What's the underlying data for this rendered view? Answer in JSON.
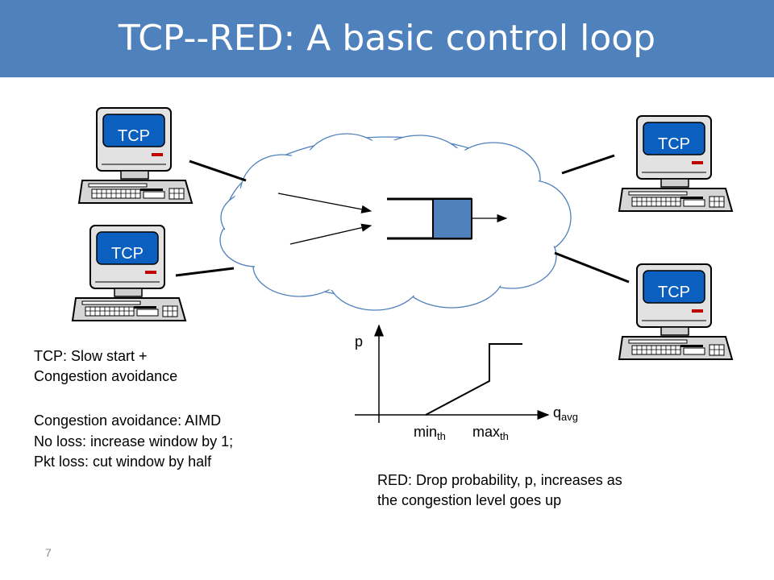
{
  "slide": {
    "title": "TCP--RED: A basic control loop",
    "page_number": "7"
  },
  "hosts": [
    {
      "label": "TCP"
    },
    {
      "label": "TCP"
    },
    {
      "label": "TCP"
    },
    {
      "label": "TCP"
    }
  ],
  "tcp_notes": {
    "line1": "TCP: Slow start +",
    "line2": "Congestion avoidance",
    "line3": "Congestion avoidance: AIMD",
    "line4": "No loss: increase window by 1;",
    "line5": "Pkt loss: cut window by half"
  },
  "red_graph": {
    "y_label": "p",
    "x_label_main": "q",
    "x_label_sub": "avg",
    "min_label_main": "min",
    "min_label_sub": "th",
    "max_label_main": "max",
    "max_label_sub": "th"
  },
  "red_notes": {
    "line1": "RED: Drop probability, p, increases as",
    "line2": "the congestion level goes up"
  },
  "colors": {
    "title_bar": "#4f81bd",
    "screen_blue": "#0a5fbf",
    "queue_fill": "#4f81bd",
    "computer_body": "#d8d8d8"
  }
}
